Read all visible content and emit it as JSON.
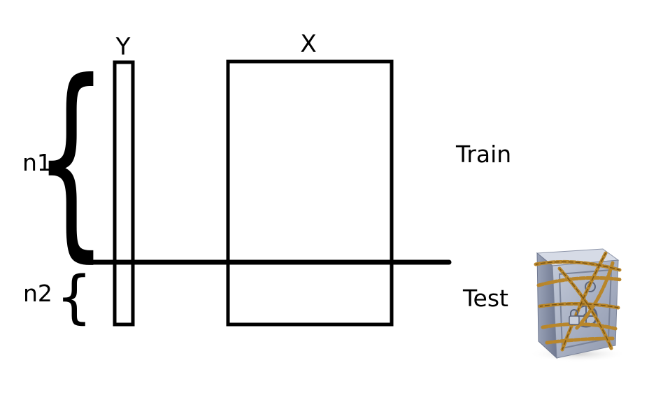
{
  "labels": {
    "y": "Y",
    "x": "X",
    "n1": "n1",
    "n2": "n2",
    "train": "Train",
    "test": "Test"
  },
  "braces": {
    "n1": "{",
    "n2": "{"
  },
  "icons": {
    "safe": "locked-safe-icon"
  },
  "colors": {
    "stroke": "#000000",
    "background": "#ffffff",
    "safe_body": "#a9b1c6",
    "chain": "#b8862b"
  }
}
